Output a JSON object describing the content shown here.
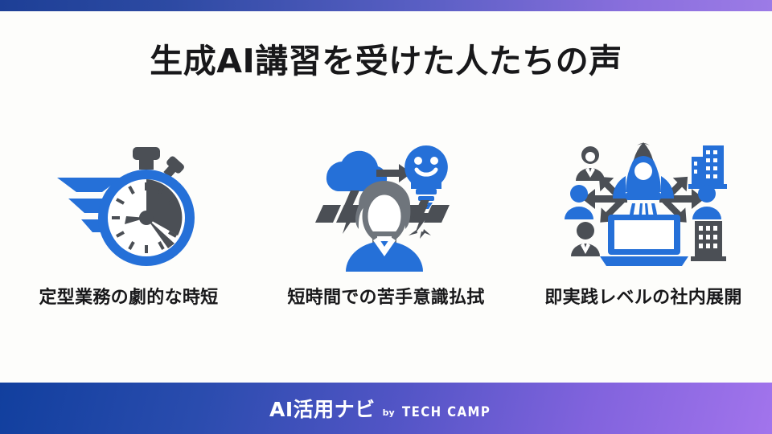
{
  "slide": {
    "title": "生成AI講習を受けた人たちの声",
    "background_color": "#fdfdfb"
  },
  "top_bar": {
    "gradient_from": "#1d3f96",
    "gradient_to": "#9c7be6"
  },
  "features": [
    {
      "icon": "winged-stopwatch-icon",
      "caption": "定型業務の劇的な時短"
    },
    {
      "icon": "person-stormcloud-to-lightbulb-icon",
      "caption": "短時間での苦手意識払拭"
    },
    {
      "icon": "rocket-laptop-network-icon",
      "caption": "即実践レベルの社内展開"
    }
  ],
  "footer": {
    "logo_main": "AI活用ナビ",
    "logo_by": "by",
    "logo_brand": "TECH CAMP",
    "gradient_from": "#113f9e",
    "gradient_to": "#a274ec"
  },
  "colors": {
    "accent_blue": "#2570d8",
    "dark_gray": "#4b4f55",
    "text": "#18181a"
  }
}
